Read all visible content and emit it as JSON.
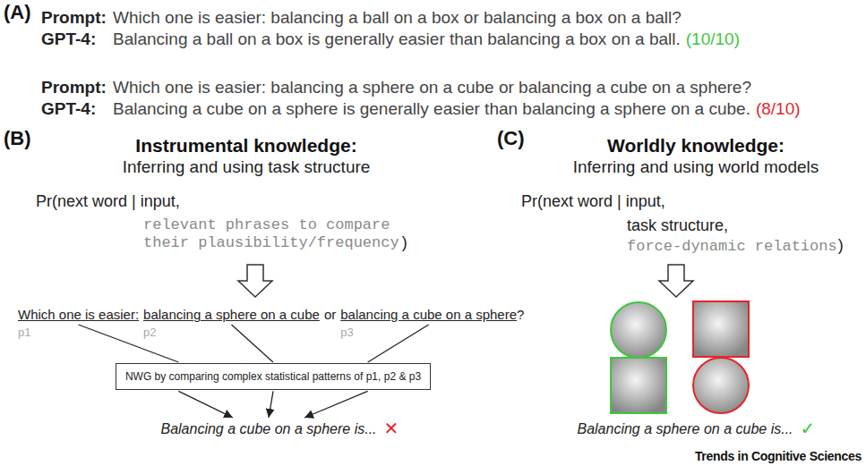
{
  "diagram": {
    "nodes": [
      {
        "text": [
          "NWG by comparing complex statistical patterns of p1, p2 & p3"
        ]
      }
    ],
    "labels": [
      "(A)",
      "Prompt:",
      "Which one is easier: balancing a ball on a box or balancing a box on a ball?",
      "GPT-4:",
      "Balancing a ball on a box is generally easier than balancing a box on a ball.",
      "(10/10)",
      "Prompt:",
      "Which one is easier: balancing a sphere on a cube or balancing a cube on a sphere?",
      "GPT-4:",
      "Balancing a cube on a sphere is generally easier than balancing a sphere on a cube.",
      "(8/10)",
      "(B)",
      "Instrumental knowledge:",
      "Inferring and using task structure",
      "(C)",
      "Worldly knowledge:",
      "Inferring and using world models",
      "Pr(next word | input,",
      "relevant phrases to compare their plausibility/frequency",
      ")",
      "Pr(next word | input,",
      "task structure,",
      "force-dynamic relations",
      ")",
      "Which one is easier:",
      "balancing a sphere on a cube",
      "or",
      "balancing a cube on a sphere",
      "?",
      "p1",
      "p2",
      "p3",
      "Balancing a cube on a sphere is...",
      "✕",
      "Balancing a sphere on a cube is...",
      "✓",
      "Trends in Cognitive Sciences"
    ]
  }
}
